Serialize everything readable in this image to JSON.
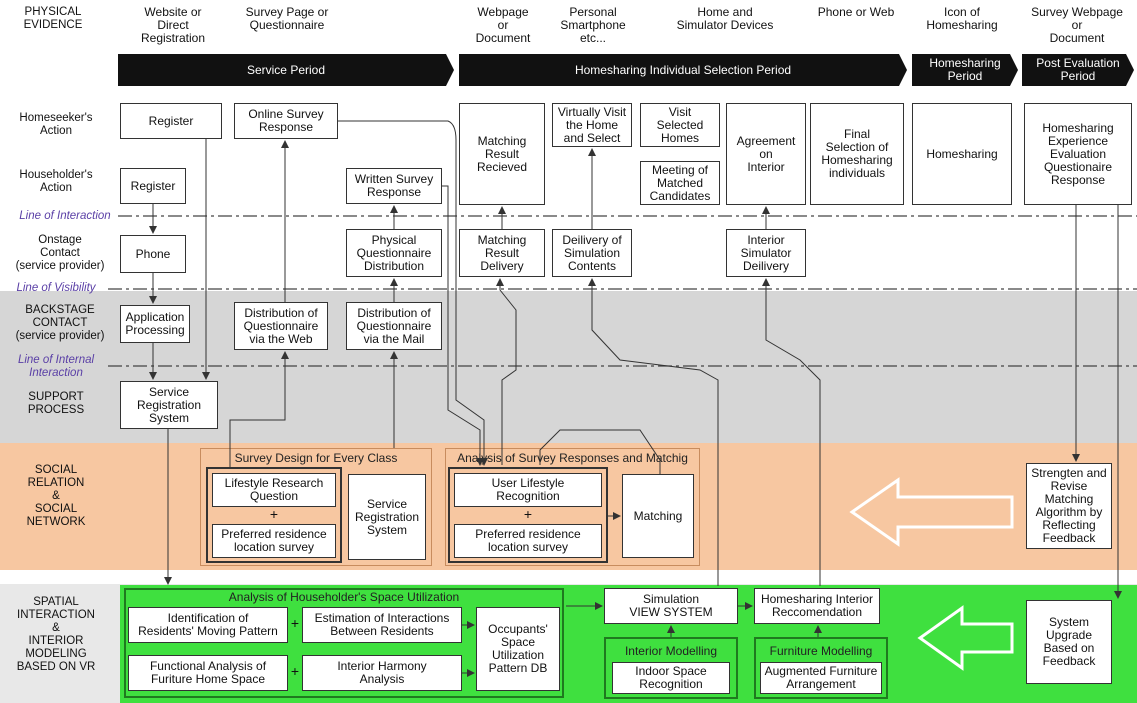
{
  "evidence": {
    "row_label": "PHYSICAL\nEVIDENCE",
    "items": [
      "Website or\nDirect\nRegistration",
      "Survey Page or\nQuestionnaire",
      "Webpage\nor\nDocument",
      "Personal\nSmartphone\netc...",
      "Home and\nSimulator Devices",
      "Phone or Web",
      "Icon of\nHomesharing",
      "Survey Webpage\nor\nDocument"
    ]
  },
  "periods": [
    "Service Period",
    "Homesharing Individual Selection Period",
    "Homesharing\nPeriod",
    "Post Evaluation\nPeriod"
  ],
  "rows": {
    "homeseeker": "Homeseeker's\nAction",
    "householder": "Householder's\nAction",
    "onstage": "Onstage\nContact\n(service provider)",
    "backstage": "BACKSTAGE\nCONTACT\n(service provider)",
    "support": "SUPPORT\nPROCESS",
    "social": "SOCIAL\nRELATION\n&\nSOCIAL\nNETWORK",
    "spatial": "SPATIAL\nINTERACTION\n&\nINTERIOR\nMODELING\nBASED ON VR"
  },
  "lines": {
    "interaction": "Line of Interaction",
    "visibility": "Line of Visibility",
    "internal": "Line of Internal\nInteraction"
  },
  "boxes": {
    "hs_register": "Register",
    "hs_online_survey": "Online Survey\nResponse",
    "hs_matching_received": "Matching\nResult\nRecieved",
    "hs_virtual_visit": "Virtually Visit\nthe Home\nand Select",
    "hs_visit_selected": "Visit\nSelected\nHomes",
    "hs_meeting": "Meeting of\nMatched\nCandidates",
    "hs_agreement": "Agreement\non\nInterior",
    "hs_final_selection": "Final\nSelection of\nHomesharing\nindividuals",
    "hs_homesharing": "Homesharing",
    "hs_evaluation": "Homesharing\nExperience\nEvaluation\nQuestionaire\nResponse",
    "hh_register": "Register",
    "hh_written_survey": "Written Survey\nResponse",
    "on_phone": "Phone",
    "on_physical_q": "Physical\nQuestionnaire\nDistribution",
    "on_matching_delivery": "Matching\nResult\nDelivery",
    "on_simulation_contents": "Deilivery of\nSimulation\nContents",
    "on_interior_sim": "Interior\nSimulator\nDeilivery",
    "bs_application": "Application\nProcessing",
    "bs_dist_web": "Distribution of\nQuestionnaire\nvia the Web",
    "bs_dist_mail": "Distribution of\nQuestionnaire\nvia the Mail",
    "sp_service_reg": "Service\nRegistration\nSystem",
    "soc_survey_group": "Survey Design for Every Class",
    "soc_lifestyle_q": "Lifestyle Research\nQuestion",
    "soc_preferred_1": "Preferred residence\nlocation survey",
    "soc_service_reg": "Service\nRegistration\nSystem",
    "soc_analysis_group": "Analysis of Survey Responses and Matchig",
    "soc_user_lifestyle": "User Lifestyle\nRecognition",
    "soc_preferred_2": "Preferred residence\nlocation survey",
    "soc_matching": "Matching",
    "soc_strengthen": "Strengten and\nRevise\nMatching\nAlgorithm by\nReflecting\nFeedback",
    "plus": "+",
    "spa_group": "Analysis of Householder's Space Utilization",
    "spa_identification": "Identification of\nResidents' Moving Pattern",
    "spa_estimation": "Estimation of Interactions\nBetween Residents",
    "spa_functional": "Functional Analysis of\nFuriture Home Space",
    "spa_harmony": "Interior Harmony\nAnalysis",
    "spa_occupants": "Occupants'\nSpace\nUtilization\nPattern DB",
    "spa_simulation": "Simulation\nVIEW SYSTEM",
    "spa_interior_modelling": "Interior Modelling",
    "spa_indoor": "Indoor Space\nRecognition",
    "spa_homesharing_interior": "Homesharing Interior\nReccomendation",
    "spa_furniture_modelling": "Furniture Modelling",
    "spa_augmented": "Augmented Furniture\nArrangement",
    "spa_system_upgrade": "System\nUpgrade\nBased on\nFeedback"
  },
  "colors": {
    "backstage_bg": "#d6d6d6",
    "social_bg": "#f7c7a1",
    "spatial_bg": "#3fe03f",
    "line_label": "#5a3fa6"
  }
}
